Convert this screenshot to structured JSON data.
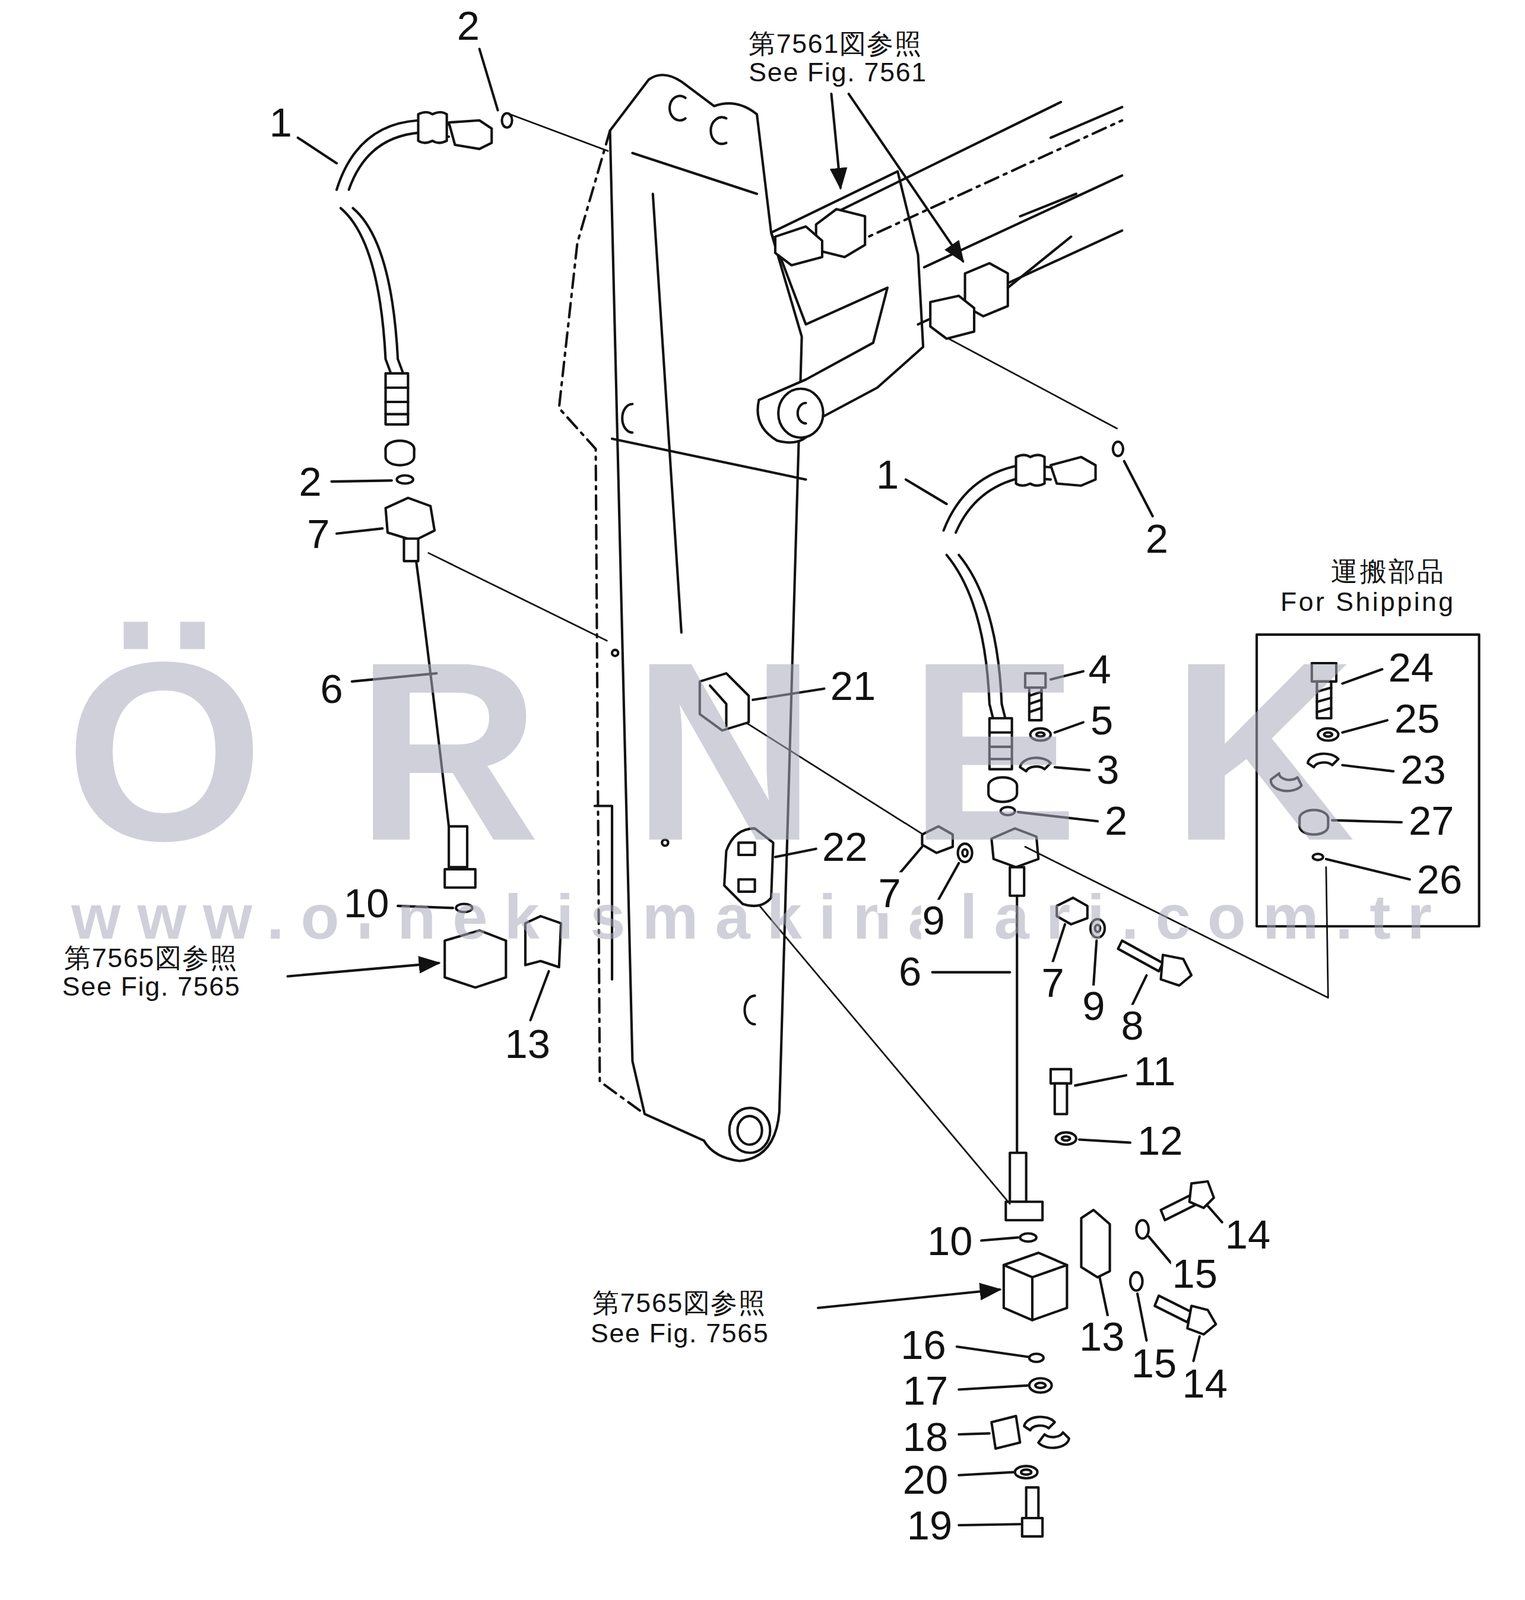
{
  "diagram": {
    "nodes": [
      {
        "text": [
          "運搬部品 For Shipping"
        ]
      }
    ],
    "labels": [
      "第7561図参照",
      "See Fig. 7561",
      "2",
      "1",
      "2",
      "7",
      "1",
      "2",
      "21",
      "24",
      "4",
      "6",
      "5",
      "25",
      "3",
      "23",
      "2",
      "27",
      "22",
      "26",
      "7",
      "10",
      "9",
      "第7565図参照",
      "See Fig. 7565",
      "6",
      "7",
      "9",
      "8",
      "13",
      "11",
      "12",
      "14",
      "10",
      "15",
      "第7565図参照",
      "See Fig. 7565",
      "16",
      "13",
      "15",
      "14",
      "17",
      "18",
      "20",
      "19",
      "ÖRNEK",
      "www.ornekismakinalari.com.tr"
    ]
  }
}
